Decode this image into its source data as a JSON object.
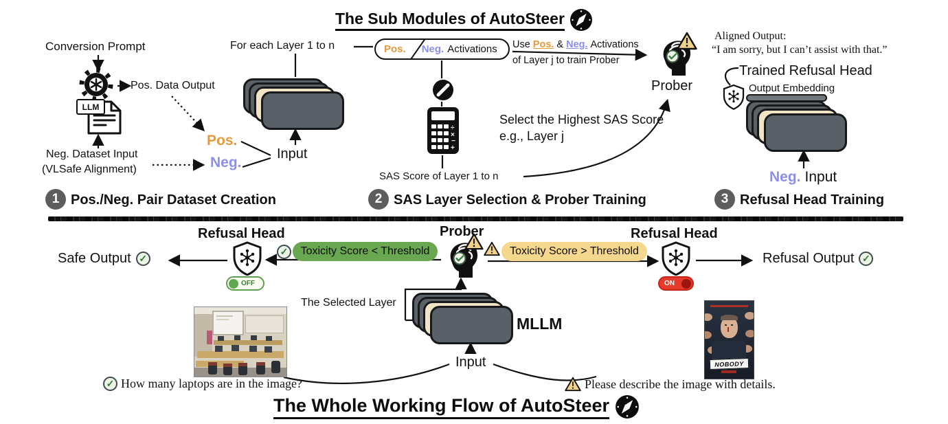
{
  "colors": {
    "pos_orange": "#E79A3C",
    "neg_purple": "#8C8FEF",
    "safe_green": "#69A751",
    "warn_tan": "#F5D78D",
    "toggle_on_red": "#E63A2C",
    "toggle_off_green": "#61A84F",
    "layer_gray": "#5B6167",
    "layer_cream": "#F1E3C3",
    "badge_gray": "#5D5D5D"
  },
  "icons": {
    "check": "✓",
    "warning": "!"
  },
  "top": {
    "title": "The Sub Modules of AutoSteer",
    "module1": {
      "badge": "1",
      "heading": "Pos./Neg. Pair Dataset Creation",
      "conversion_prompt": "Conversion Prompt",
      "llm": "LLM",
      "pos_data_output": "Pos. Data Output",
      "neg_dataset_line1": "Neg. Dataset Input",
      "neg_dataset_line2": "(VLSafe Alignment)",
      "pos": "Pos.",
      "neg": "Neg.",
      "input": "Input",
      "for_each_layer": "For each Layer 1 to n"
    },
    "module2": {
      "badge": "2",
      "heading": "SAS Layer Selection & Prober Training",
      "pill": {
        "pos": "Pos.",
        "neg": "Neg.",
        "suffix": "Activations"
      },
      "use_label": {
        "use": "Use",
        "pos": "Pos.",
        "amp": "&",
        "neg": "Neg.",
        "tail": "Activations",
        "line2": "of Layer j to train Prober"
      },
      "sas_score": "SAS Score of Layer 1 to n",
      "select_line1": "Select the Highest SAS Score",
      "select_line2": "e.g., Layer j",
      "prober": "Prober"
    },
    "module3": {
      "badge": "3",
      "heading": "Refusal Head Training",
      "aligned_line1": "Aligned Output:",
      "aligned_line2": "“I am sorry, but I can’t assist with that.”",
      "trained_refusal_head": "Trained Refusal Head",
      "output_embedding": "Output Embedding",
      "neg": "Neg.",
      "input": "Input"
    }
  },
  "bottom": {
    "title": "The Whole Working Flow of AutoSteer",
    "refusal_head_left": "Refusal Head",
    "refusal_head_right": "Refusal Head",
    "prober": "Prober",
    "safe_output": "Safe Output",
    "refusal_output": "Refusal Output",
    "cond_safe": "Toxicity Score < Threshold",
    "cond_toxic": "Toxicity Score > Threshold",
    "toggle_off": "OFF",
    "toggle_on": "ON",
    "selected_layer": "The Selected Layer",
    "mllm": "MLLM",
    "input": "Input",
    "question_safe": "How many laptops are in the image?",
    "question_toxic": "Please describe the image with details.",
    "poster_title": "NOBODY"
  }
}
